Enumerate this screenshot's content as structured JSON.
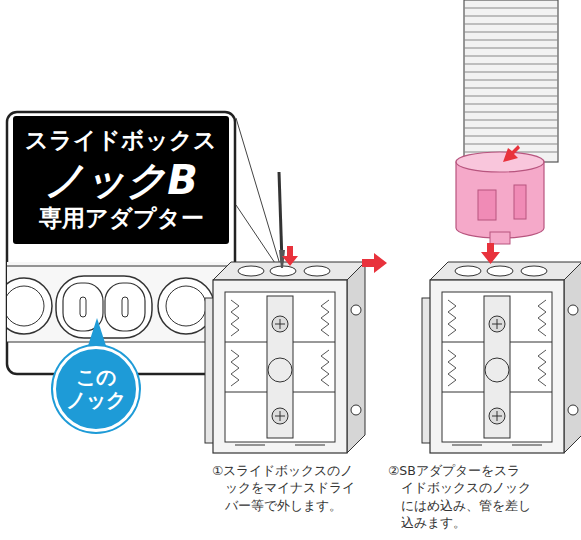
{
  "diagram": {
    "nodes": [
      {
        "text": [
          "スライドボックス",
          "ノックB",
          "専用アダプター"
        ]
      },
      {
        "text": [
          "この ノック"
        ]
      }
    ],
    "labels": [
      "①スライドボックスのノックをマイナスドライバー等で外します。",
      "②SBアダプターをスライドボックスのノックにはめ込み、管を差し込みます。"
    ]
  }
}
